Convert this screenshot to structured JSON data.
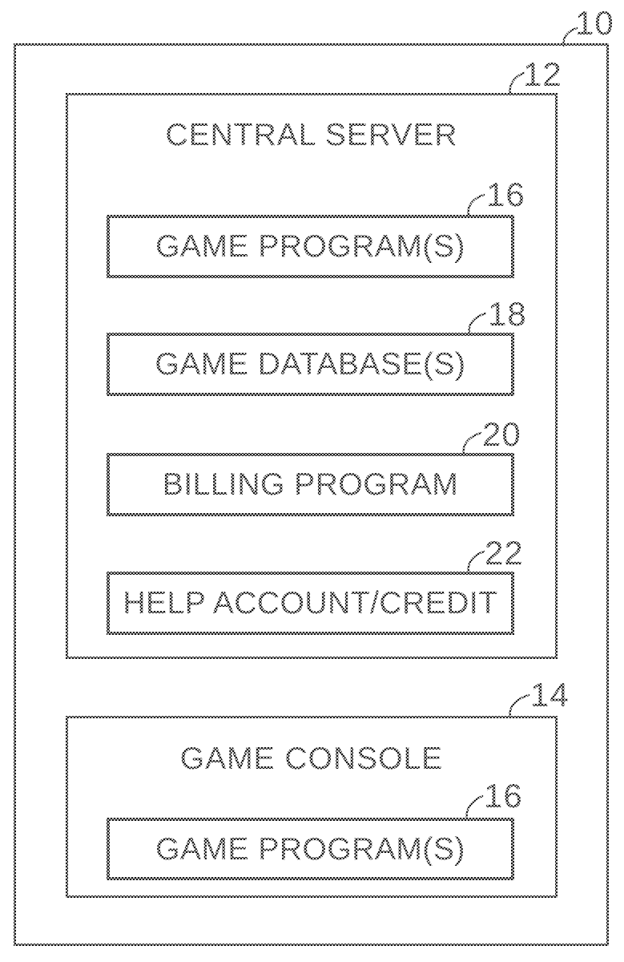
{
  "figure": {
    "background": "#ffffff",
    "ink": "#131313",
    "outer": {
      "ref": "10"
    },
    "central_server": {
      "ref": "12",
      "title": "CENTRAL SERVER",
      "modules": [
        {
          "ref": "16",
          "label": "GAME PROGRAM(S)"
        },
        {
          "ref": "18",
          "label": "GAME DATABASE(S)"
        },
        {
          "ref": "20",
          "label": "BILLING PROGRAM"
        },
        {
          "ref": "22",
          "label": "HELP ACCOUNT/CREDIT"
        }
      ]
    },
    "game_console": {
      "ref": "14",
      "title": "GAME CONSOLE",
      "modules": [
        {
          "ref": "16",
          "label": "GAME PROGRAM(S)"
        }
      ]
    }
  }
}
